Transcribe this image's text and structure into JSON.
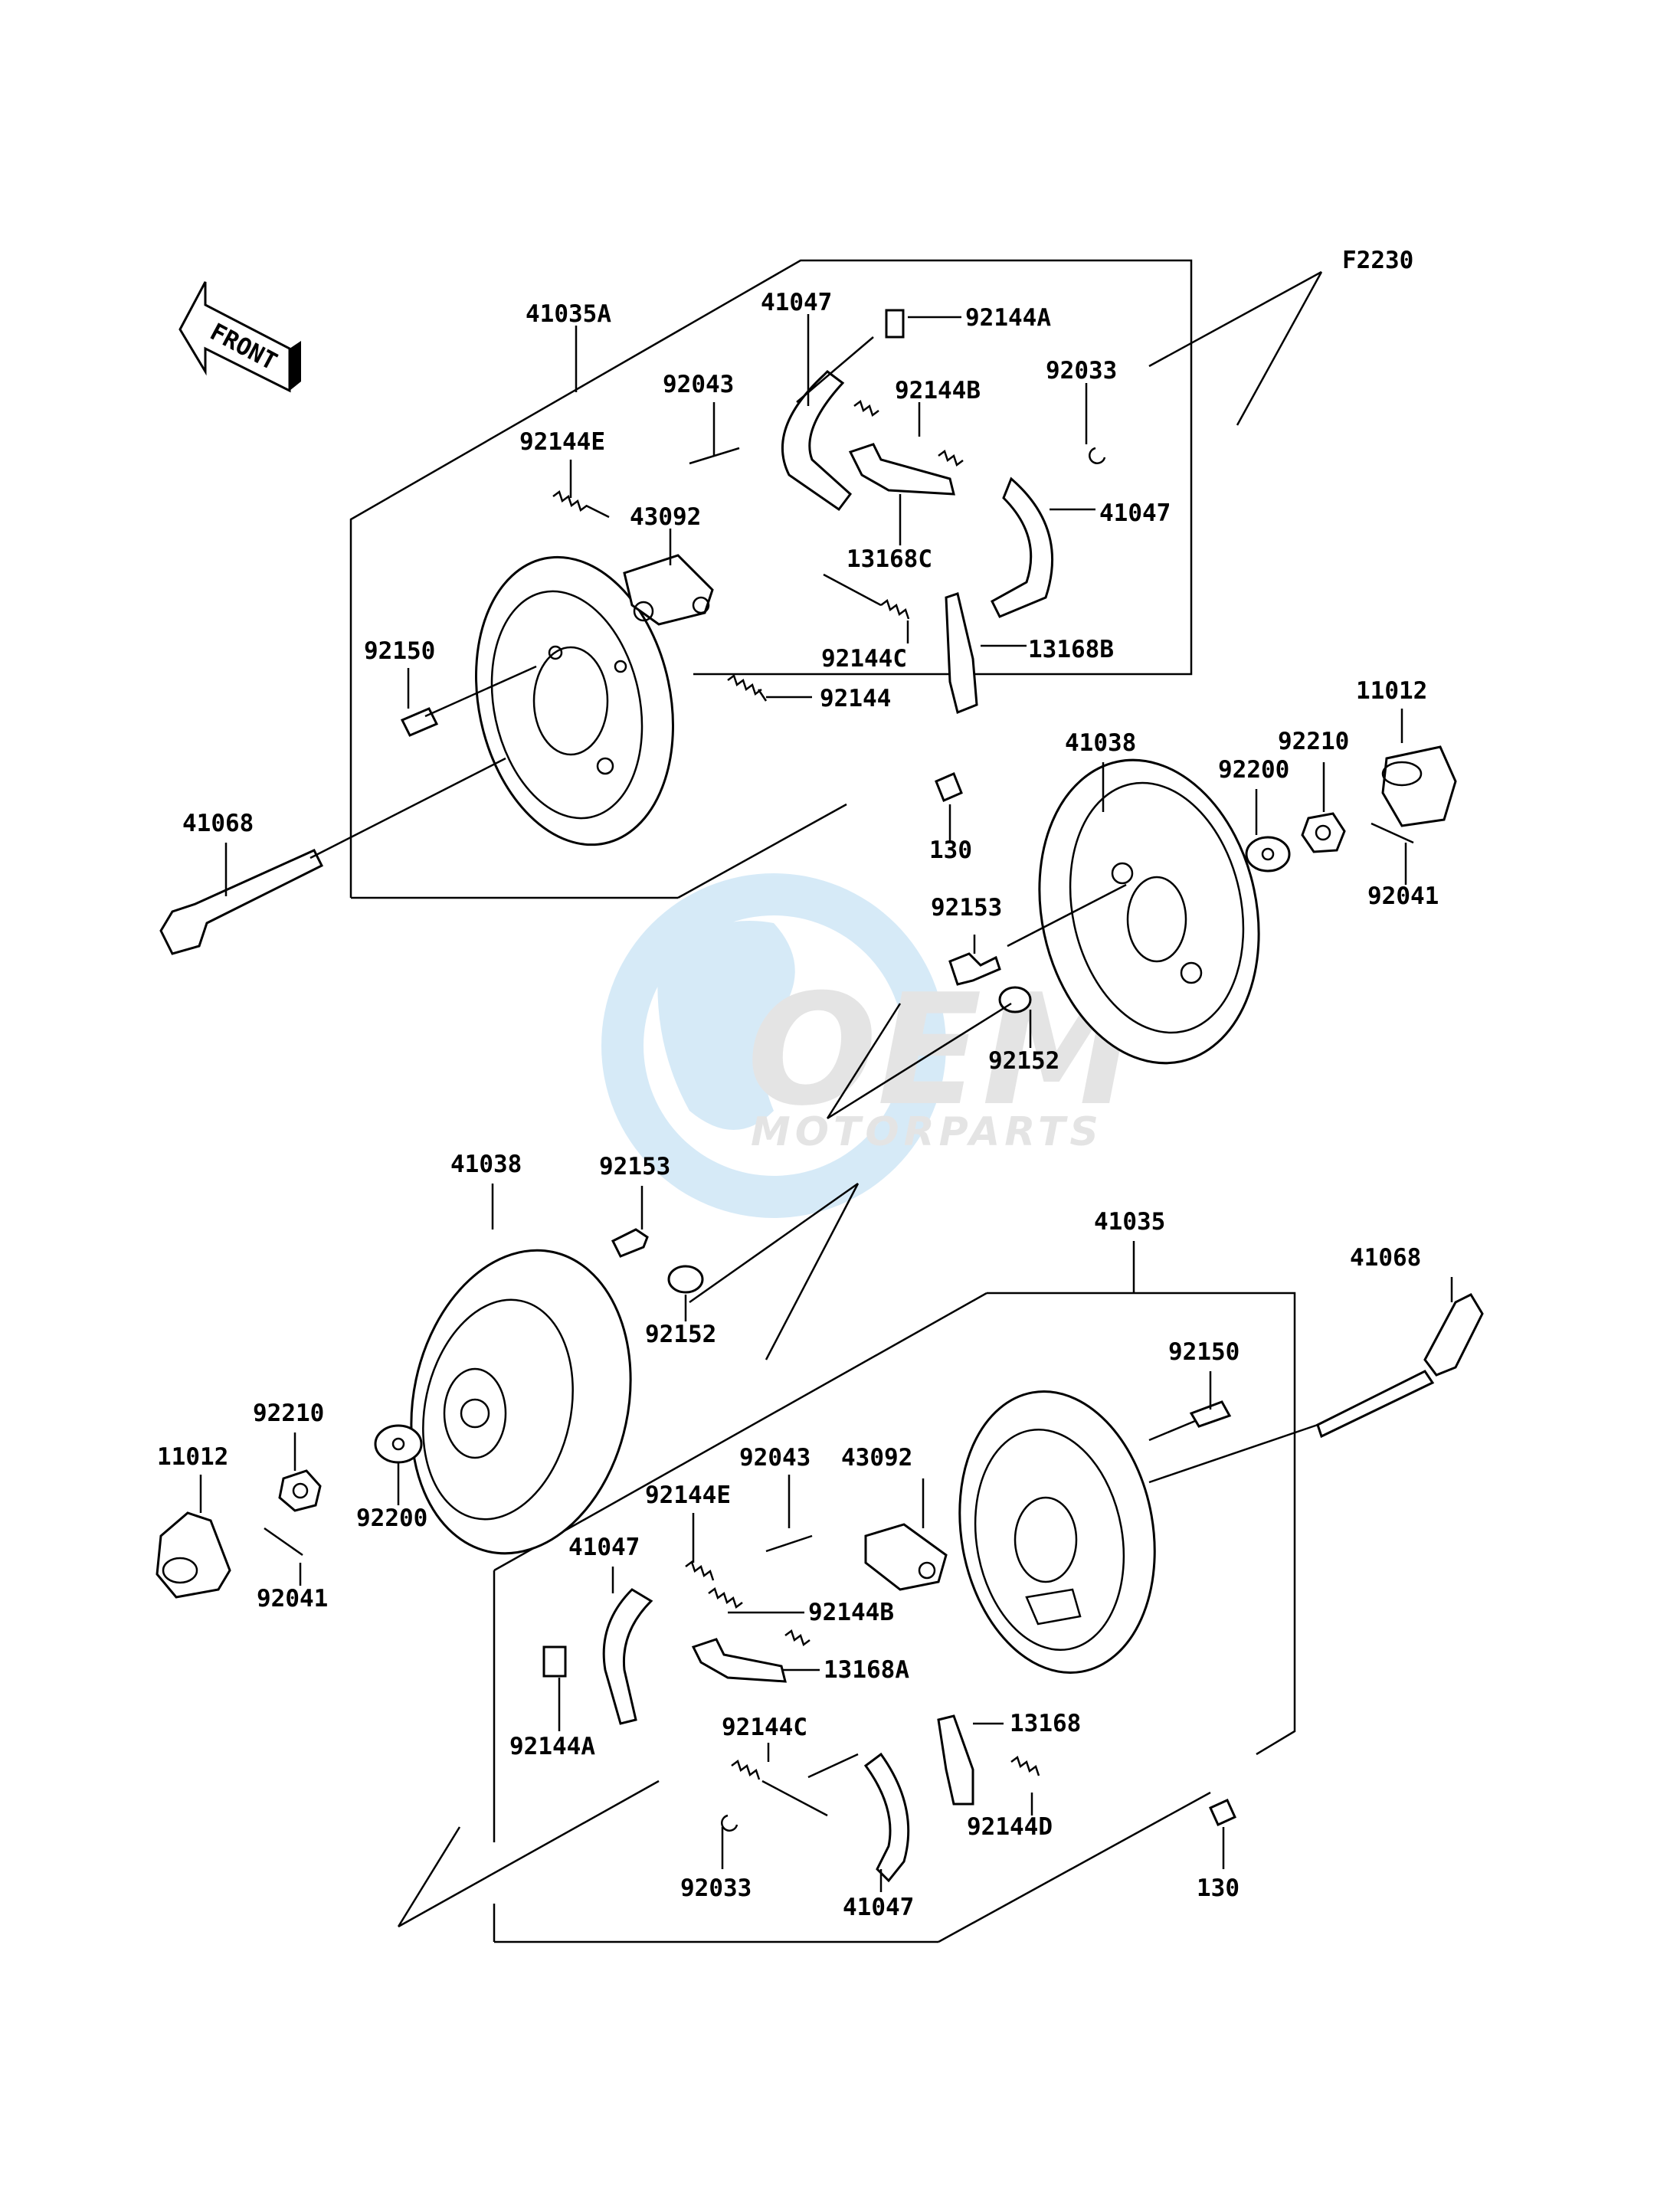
{
  "diagram_code": "F2230",
  "direction_label": "FRONT",
  "watermark": {
    "brand": "OEM",
    "sub": "MOTORPARTS"
  },
  "labels": [
    "41035A",
    "41047",
    "92144A",
    "92043",
    "92144B",
    "92033",
    "92144E",
    "43092",
    "41047",
    "13168C",
    "92150",
    "92144C",
    "13168B",
    "92144",
    "11012",
    "41038",
    "92210",
    "92200",
    "41068",
    "130",
    "92041",
    "92153",
    "92152",
    "41038",
    "92153",
    "41035",
    "41068",
    "92152",
    "92150",
    "92210",
    "11012",
    "92200",
    "92043",
    "43092",
    "92144E",
    "41047",
    "92041",
    "92144B",
    "13168A",
    "13168",
    "92144C",
    "92144A",
    "92144D",
    "92033",
    "41047",
    "130"
  ]
}
